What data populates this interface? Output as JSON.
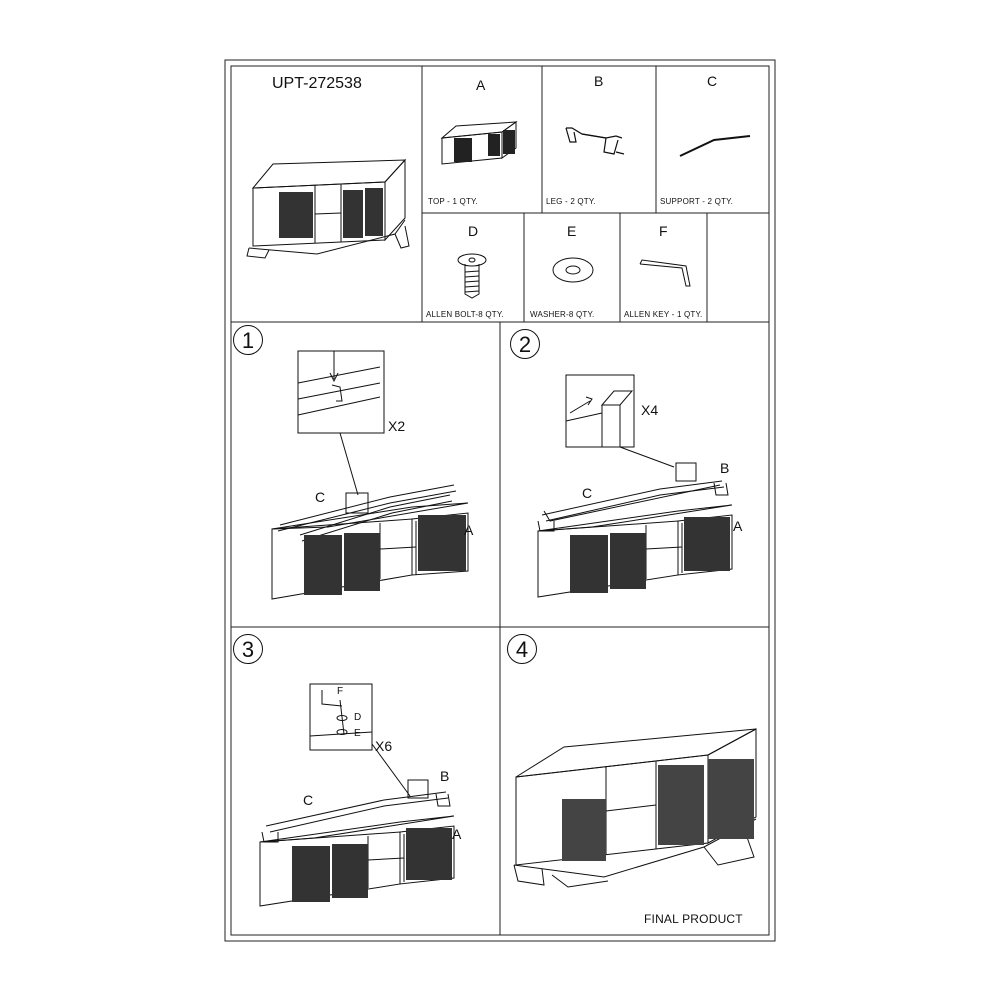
{
  "header": {
    "model": "UPT-272538"
  },
  "parts": [
    {
      "letter": "A",
      "label": "TOP - 1 QTY."
    },
    {
      "letter": "B",
      "label": "LEG - 2 QTY."
    },
    {
      "letter": "C",
      "label": "SUPPORT - 2 QTY."
    },
    {
      "letter": "D",
      "label": "ALLEN BOLT-8  QTY."
    },
    {
      "letter": "E",
      "label": "WASHER-8  QTY."
    },
    {
      "letter": "F",
      "label": "ALLEN KEY - 1 QTY."
    }
  ],
  "steps": [
    {
      "number": "1",
      "multiplier": "X2",
      "callouts": [
        "C",
        "A"
      ]
    },
    {
      "number": "2",
      "multiplier": "X4",
      "callouts": [
        "B",
        "C",
        "A"
      ]
    },
    {
      "number": "3",
      "multiplier": "X6",
      "callouts": [
        "F",
        "D",
        "E",
        "B",
        "C",
        "A"
      ]
    },
    {
      "number": "4",
      "caption": "FINAL PRODUCT"
    }
  ]
}
